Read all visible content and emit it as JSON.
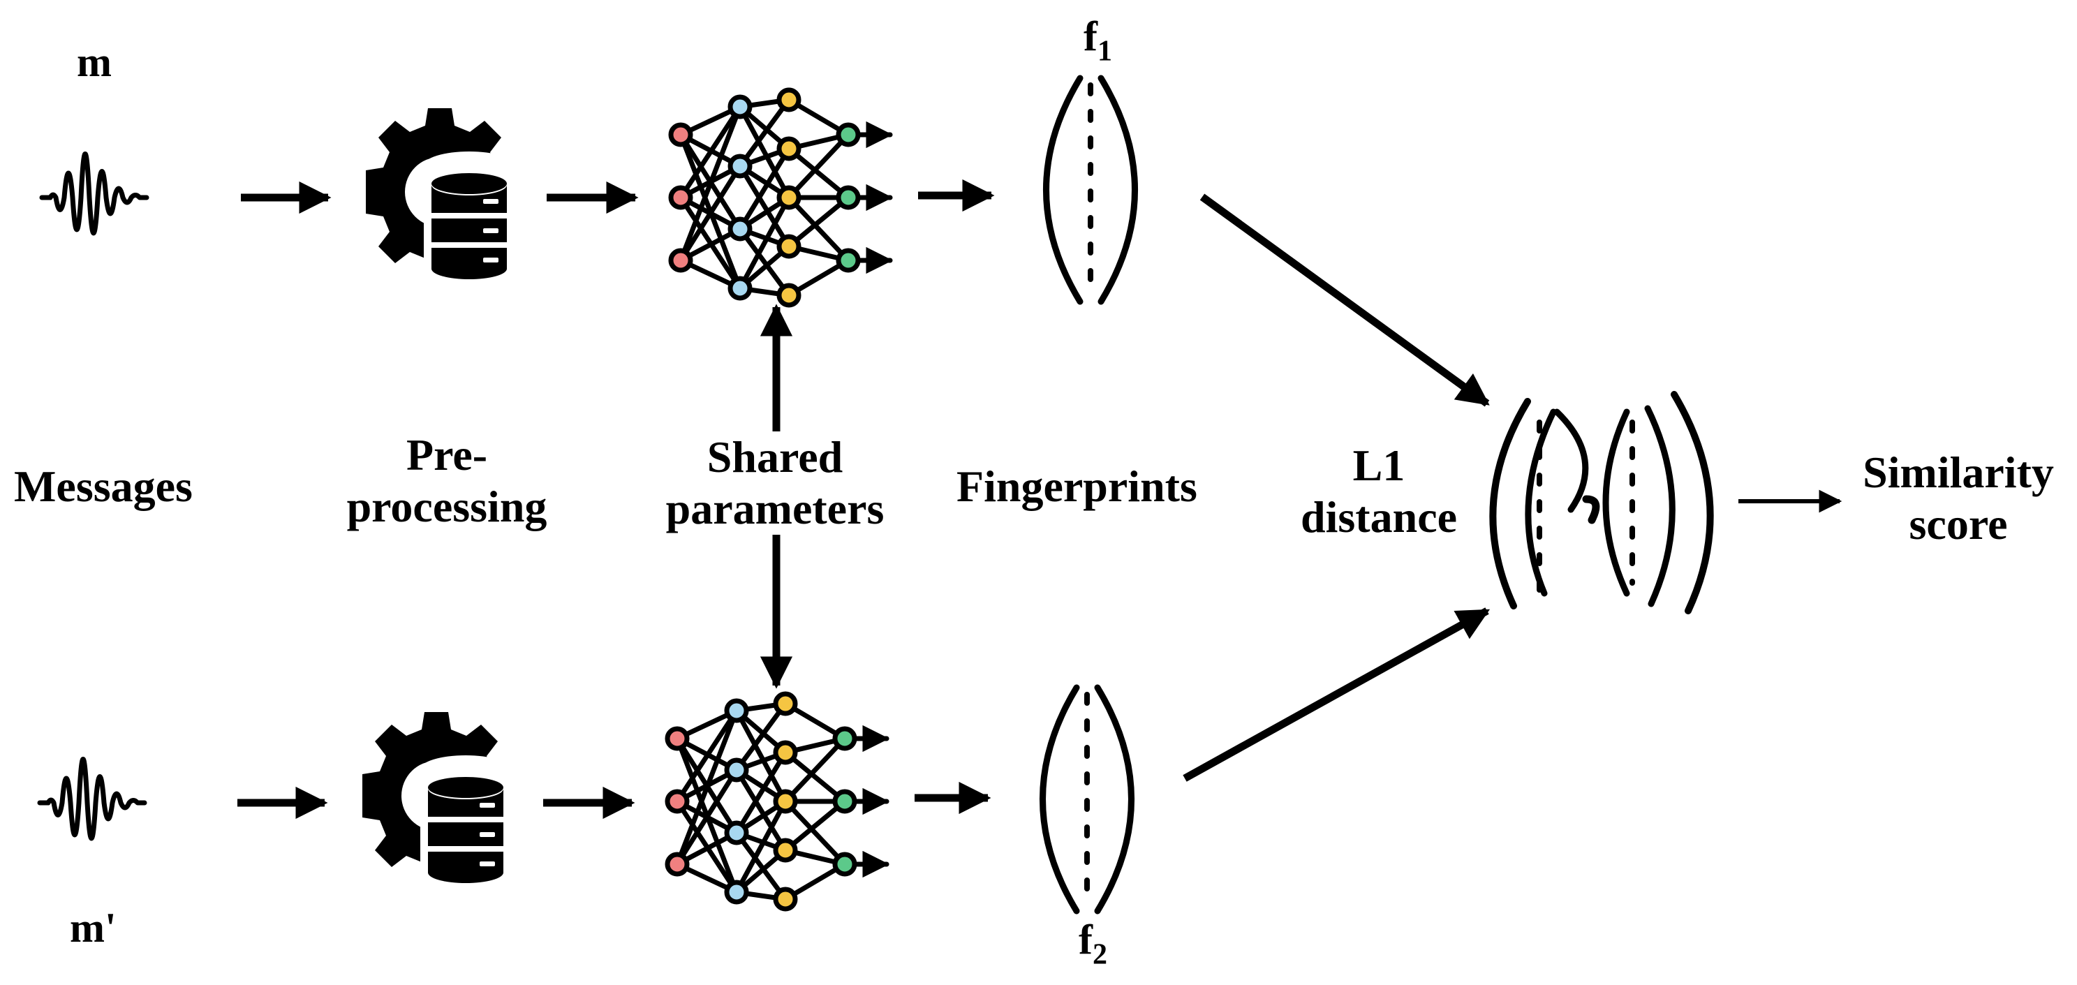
{
  "inputs": {
    "top": "m",
    "bottom": "m'"
  },
  "fingerprints": {
    "top": {
      "base": "f",
      "sub": "1"
    },
    "bottom": {
      "base": "f",
      "sub": "2"
    }
  },
  "stages": {
    "messages": "Messages",
    "preprocessing": {
      "line1": "Pre-",
      "line2": "processing"
    },
    "shared": {
      "line1": "Shared",
      "line2": "parameters"
    },
    "fingerprints": "Fingerprints",
    "distance": {
      "line1": "L1",
      "line2": "distance"
    },
    "similarity": {
      "line1": "Similarity",
      "line2": "score"
    }
  },
  "icons": {
    "waveform": "waveform-icon",
    "gear_database": "gear-database-icon",
    "neural_network": "neural-network-icon",
    "vector": "vector-bracket-icon"
  },
  "colors": {
    "ink": "#000000",
    "node_input": "#f08080",
    "node_hidden_a": "#a8d8f0",
    "node_hidden_b": "#f5c542",
    "node_output": "#5cc98a"
  }
}
